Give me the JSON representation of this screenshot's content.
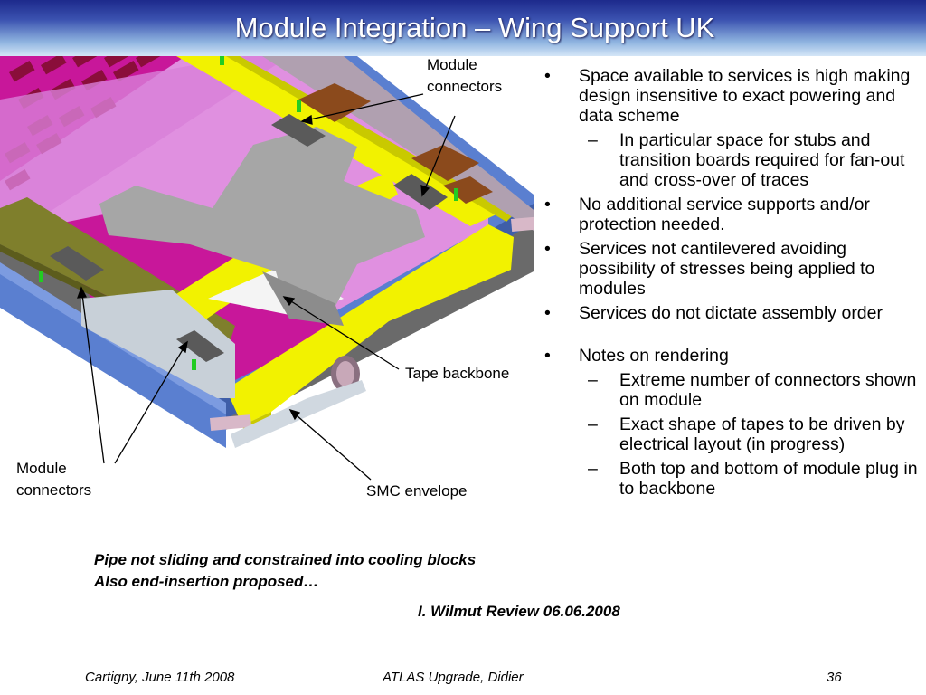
{
  "slide": {
    "title": "Module Integration – Wing Support UK"
  },
  "figure": {
    "labels": {
      "module_connectors_top": [
        "Module",
        "connectors"
      ],
      "module_connectors_left": [
        "Module",
        "connectors"
      ],
      "tape_backbone": "Tape backbone",
      "smc_envelope": "SMC envelope"
    },
    "colors": {
      "frame_blue": "#5a7fd0",
      "support_yellow": "#f2f200",
      "hybrid_magenta": "#c8179a",
      "sensor_pink": "#e090e0",
      "tape_grey": "#a6a6a6",
      "olive_bar": "#7f7f2c",
      "connector_brown": "#8b4a1c",
      "connector_green": "#22cc22"
    }
  },
  "bullets": {
    "items": [
      {
        "text": "Space available to services is high making design insensitive to exact powering and data scheme",
        "sub": [
          "In particular space for stubs and transition boards required for fan-out and cross-over of traces"
        ]
      },
      {
        "text": "No additional service supports and/or protection needed.",
        "sub": []
      },
      {
        "text": "Services not cantilevered avoiding possibility of stresses being applied to modules",
        "sub": []
      },
      {
        "text": "Services do not dictate assembly order",
        "sub": []
      },
      {
        "text": "Notes on rendering",
        "sub": [
          "Extreme number of connectors shown on module",
          "Exact shape of tapes to be driven by electrical layout (in progress)",
          "Both top and bottom of module plug in to backbone"
        ]
      }
    ],
    "bullet_marker": "•",
    "sub_marker": "–"
  },
  "notes": {
    "pipe_line1": "Pipe not sliding and constrained into cooling blocks",
    "pipe_line2": "Also end-insertion proposed…",
    "review": "I. Wilmut Review 06.06.2008"
  },
  "footer": {
    "left": "Cartigny, June 11th 2008",
    "center": "ATLAS Upgrade, Didier",
    "page_number": "36"
  }
}
